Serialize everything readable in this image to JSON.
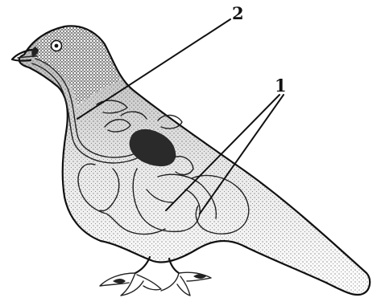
{
  "diagram": {
    "labels": [
      {
        "id": "label-1",
        "text": "1"
      },
      {
        "id": "label-2",
        "text": "2"
      }
    ]
  },
  "colors": {
    "ink": "#111111",
    "dark_fill": "#2a2a2a",
    "stipple": "#555555"
  }
}
